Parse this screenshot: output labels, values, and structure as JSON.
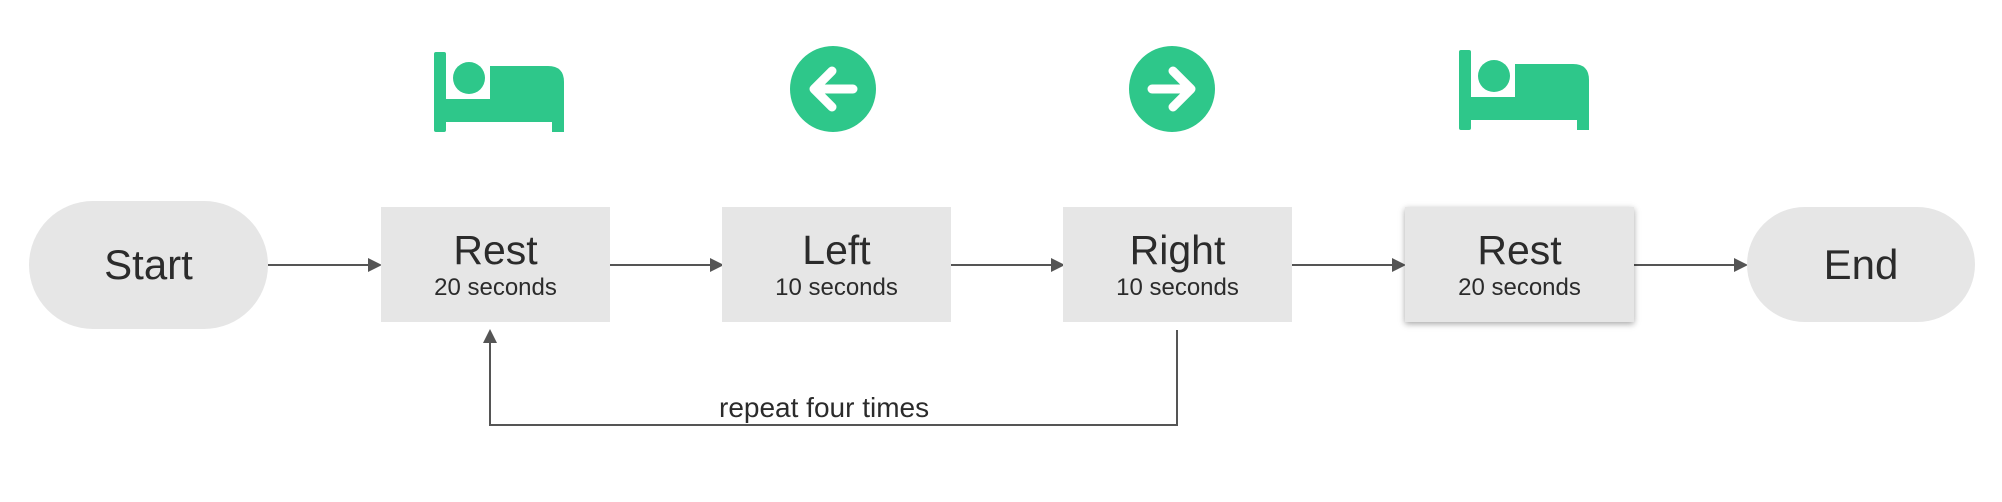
{
  "colors": {
    "icon": "#2ec78a",
    "node_fill": "#e6e6e6",
    "line": "#555555",
    "text": "#2b2b2b"
  },
  "nodes": {
    "start": {
      "title": "Start"
    },
    "rest1": {
      "title": "Rest",
      "subtitle": "20 seconds",
      "icon": "bed-icon"
    },
    "left": {
      "title": "Left",
      "subtitle": "10 seconds",
      "icon": "arrow-left-circle-icon"
    },
    "right": {
      "title": "Right",
      "subtitle": "10 seconds",
      "icon": "arrow-right-circle-icon"
    },
    "rest2": {
      "title": "Rest",
      "subtitle": "20 seconds",
      "icon": "bed-icon"
    },
    "end": {
      "title": "End"
    }
  },
  "loop": {
    "label": "repeat four times"
  }
}
